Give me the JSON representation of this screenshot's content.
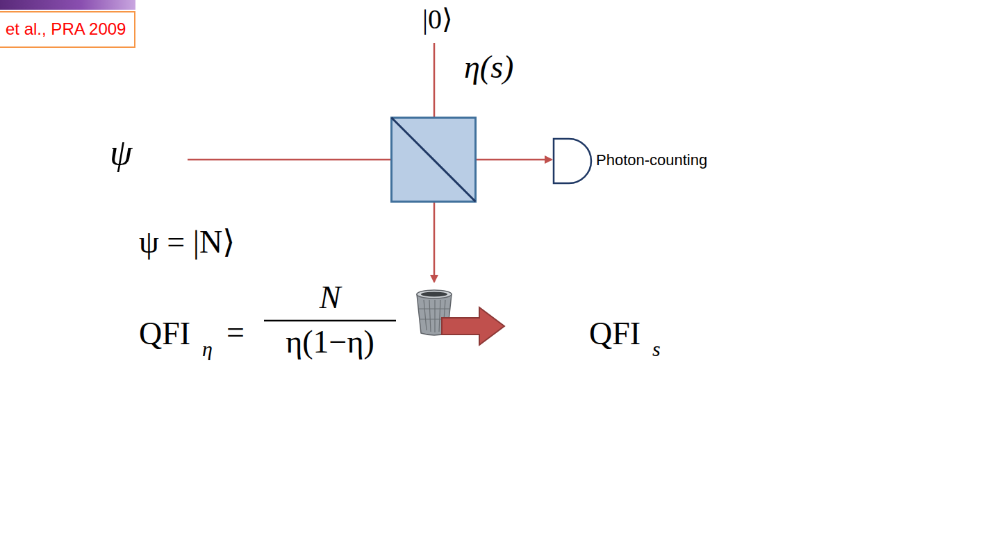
{
  "diagram": {
    "nodes": [
      {
        "text": [
          "et al., PRA 2009"
        ]
      },
      {
        "text": [
          "η(s)"
        ]
      },
      {
        "text": [
          "Photon-counting"
        ]
      }
    ],
    "edges": [
      {
        "from": 1,
        "to": 2,
        "arrow": "to"
      }
    ],
    "labels": [
      "|0⟩",
      "ψ",
      "ψ = |N⟩",
      "QFI",
      "η",
      "=",
      "N",
      "η(1−η)",
      "QFI",
      "s"
    ]
  }
}
